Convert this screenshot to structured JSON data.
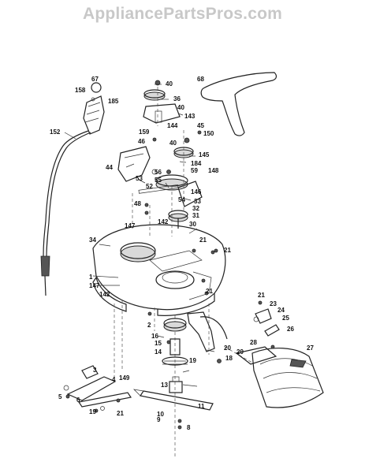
{
  "watermark": "AppliancePartsPros.com",
  "callouts": [
    {
      "id": "67",
      "text": "67"
    },
    {
      "id": "158",
      "text": "158"
    },
    {
      "id": "185",
      "text": "185"
    },
    {
      "id": "152",
      "text": "152"
    },
    {
      "id": "40a",
      "text": "40"
    },
    {
      "id": "36",
      "text": "36"
    },
    {
      "id": "40b",
      "text": "40"
    },
    {
      "id": "143",
      "text": "143"
    },
    {
      "id": "68",
      "text": "68"
    },
    {
      "id": "159",
      "text": "159"
    },
    {
      "id": "144",
      "text": "144"
    },
    {
      "id": "45",
      "text": "45"
    },
    {
      "id": "150",
      "text": "150"
    },
    {
      "id": "40c",
      "text": "40"
    },
    {
      "id": "46",
      "text": "46"
    },
    {
      "id": "145",
      "text": "145"
    },
    {
      "id": "184",
      "text": "184"
    },
    {
      "id": "59",
      "text": "59"
    },
    {
      "id": "148",
      "text": "148"
    },
    {
      "id": "44",
      "text": "44"
    },
    {
      "id": "56",
      "text": "56"
    },
    {
      "id": "55",
      "text": "55"
    },
    {
      "id": "53",
      "text": "53"
    },
    {
      "id": "52",
      "text": "52"
    },
    {
      "id": "146",
      "text": "146"
    },
    {
      "id": "54",
      "text": "54"
    },
    {
      "id": "33",
      "text": "33"
    },
    {
      "id": "32",
      "text": "32"
    },
    {
      "id": "48",
      "text": "48"
    },
    {
      "id": "31",
      "text": "31"
    },
    {
      "id": "142a",
      "text": "142"
    },
    {
      "id": "30",
      "text": "30"
    },
    {
      "id": "147a",
      "text": "147"
    },
    {
      "id": "21a",
      "text": "21"
    },
    {
      "id": "34",
      "text": "34"
    },
    {
      "id": "21b",
      "text": "21"
    },
    {
      "id": "1",
      "text": "1"
    },
    {
      "id": "147b",
      "text": "147"
    },
    {
      "id": "21c",
      "text": "21"
    },
    {
      "id": "142b",
      "text": "142"
    },
    {
      "id": "21d",
      "text": "21"
    },
    {
      "id": "23",
      "text": "23"
    },
    {
      "id": "24",
      "text": "24"
    },
    {
      "id": "25",
      "text": "25"
    },
    {
      "id": "2",
      "text": "2"
    },
    {
      "id": "26",
      "text": "26"
    },
    {
      "id": "16",
      "text": "16"
    },
    {
      "id": "28",
      "text": "28"
    },
    {
      "id": "15",
      "text": "15"
    },
    {
      "id": "20",
      "text": "20"
    },
    {
      "id": "27",
      "text": "27"
    },
    {
      "id": "14",
      "text": "14"
    },
    {
      "id": "29",
      "text": "29"
    },
    {
      "id": "19a",
      "text": "19"
    },
    {
      "id": "3",
      "text": "3"
    },
    {
      "id": "18",
      "text": "18"
    },
    {
      "id": "4",
      "text": "4"
    },
    {
      "id": "149",
      "text": "149"
    },
    {
      "id": "5",
      "text": "5"
    },
    {
      "id": "13",
      "text": "13"
    },
    {
      "id": "6",
      "text": "6"
    },
    {
      "id": "11",
      "text": "11"
    },
    {
      "id": "19b",
      "text": "19"
    },
    {
      "id": "21e",
      "text": "21"
    },
    {
      "id": "10",
      "text": "10"
    },
    {
      "id": "9",
      "text": "9"
    },
    {
      "id": "8",
      "text": "8"
    }
  ]
}
